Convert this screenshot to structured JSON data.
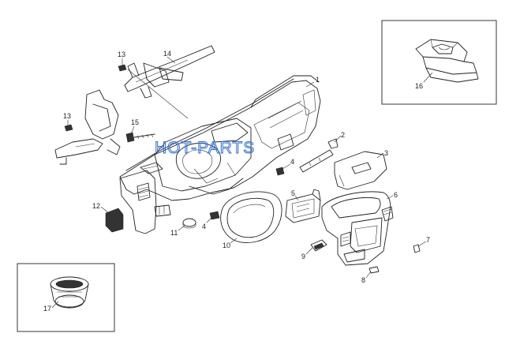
{
  "watermark": "HOT-PARTS",
  "callouts": {
    "c1": "1",
    "c2": "2",
    "c3": "3",
    "c4a": "4",
    "c4b": "4",
    "c5": "5",
    "c6": "6",
    "c7": "7",
    "c8": "8",
    "c9": "9",
    "c10": "10",
    "c11": "11",
    "c12": "12",
    "c13a": "13",
    "c13b": "13",
    "c14": "14",
    "c15": "15",
    "c16": "16",
    "c17": "17"
  }
}
